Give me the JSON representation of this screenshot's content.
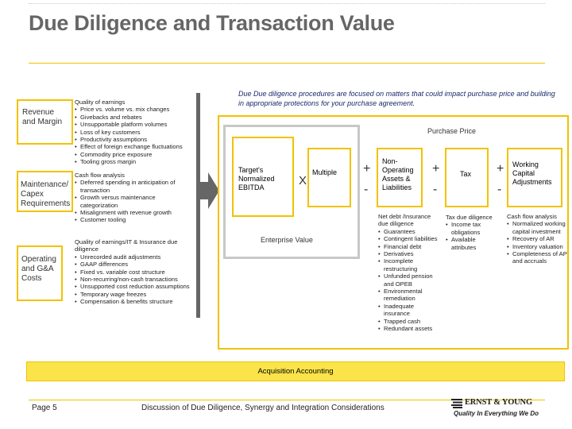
{
  "header": {
    "title": "Due Diligence and Transaction Value"
  },
  "intro": "Due Due diligence procedures are focused on matters that could impact purchase price and building in appropriate protections for your purchase agreement.",
  "categories": [
    {
      "label": "Revenue and Margin",
      "heading": "Quality of earnings",
      "items": [
        "Price vs. volume vs. mix changes",
        "Givebacks and rebates",
        "Unsupportable platform volumes",
        "Loss of key customers",
        "Productivity assumptions",
        "Effect of foreign exchange fluctuations",
        "Commodity price exposure",
        "Tooling gross margin"
      ]
    },
    {
      "label": "Maintenance/ Capex Requirements",
      "heading": "Cash flow analysis",
      "items": [
        "Deferred spending in anticipation of transaction",
        "Growth versus maintenance categorization",
        "Misalignment with revenue growth",
        "Customer tooling"
      ]
    },
    {
      "label": "Operating and G&A Costs",
      "heading": "Quality of earnings/IT & Insurance due diligence",
      "items": [
        "Unrecorded audit adjustments",
        "GAAP differences",
        "Fixed vs. variable cost structure",
        "Non-recurring/non-cash transactions",
        "Unsupported cost reduction assumptions",
        "Temporary wage freezes",
        "Compensation & benefits structure"
      ]
    }
  ],
  "purchase_price_label": "Purchase Price",
  "enterprise_value_label": "Enterprise Value",
  "boxes": {
    "ebitda": "Target's Normalized EBITDA",
    "times": "X",
    "multiple": "Multiple",
    "non_op": "Non-Operating Assets & Liabilities",
    "tax": "Tax",
    "wc": "Working Capital Adjustments"
  },
  "operators": {
    "plus": "+",
    "minus": "-"
  },
  "details": {
    "non_op": {
      "heading": "Net debt /Insurance due diligence",
      "items": [
        "Guarantees",
        "Contingent liabilities",
        "Financial debt",
        "Derivatives",
        "Incomplete restructuring",
        "Unfunded pension and OPEB",
        "Environmental remediation",
        "Inadequate insurance",
        "Trapped cash",
        "Redundant assets"
      ]
    },
    "tax": {
      "heading": "Tax due diligence",
      "items": [
        "Income tax obligations",
        "Available attributes"
      ]
    },
    "wc": {
      "heading": "Cash flow analysis",
      "items": [
        "Normalized working capital investment",
        "Recovery of AR",
        "Inventory valuation",
        "Completeness of AP and accruals"
      ]
    }
  },
  "acquisition_label": "Acquisition Accounting",
  "footer": {
    "page": "Page 5",
    "center": "Discussion of Due Diligence, Synergy and Integration Considerations",
    "brand": "ERNST & YOUNG",
    "tagline": "Quality In Everything We Do"
  },
  "colors": {
    "accent": "#f2c200",
    "fill": "#fbe44a",
    "title": "#666666",
    "arrow": "#666666"
  }
}
